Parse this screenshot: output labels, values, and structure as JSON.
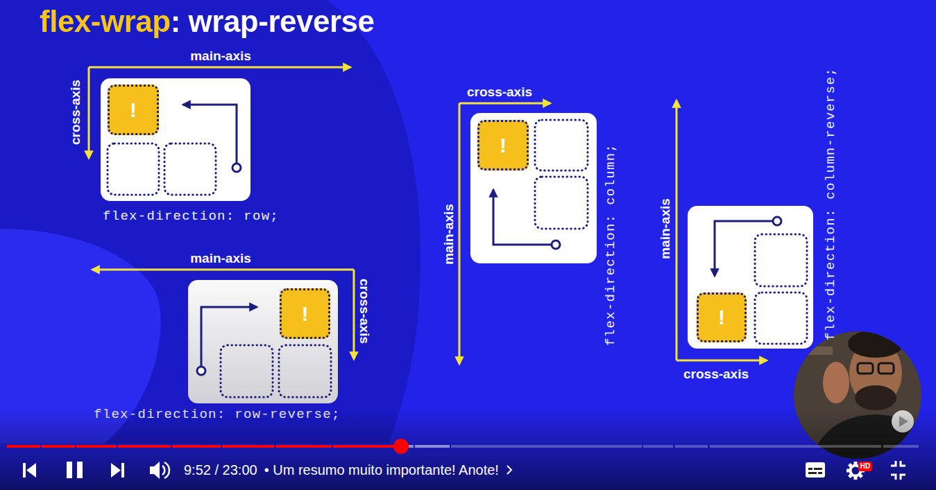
{
  "diagram": {
    "title": "flex-wrap: wrap-reverse",
    "nodes": [
      {
        "text": [
          "flex-direction: row;"
        ]
      },
      {
        "text": [
          "!"
        ],
        "in": 0
      },
      {
        "text": [
          "flex-direction: row-reverse;"
        ]
      },
      {
        "text": [
          "!"
        ],
        "in": 2
      },
      {
        "text": [
          "flex-direction: column;"
        ]
      },
      {
        "text": [
          "!"
        ],
        "in": 4
      },
      {
        "text": [
          "flex-direction: column-reverse;"
        ]
      },
      {
        "text": [
          "!"
        ],
        "in": 6
      }
    ],
    "labels": [
      "main-axis",
      "cross-axis",
      "main-axis",
      "cross-axis",
      "cross-axis",
      "main-axis",
      "main-axis",
      "cross-axis",
      "9:52 / 23:00",
      "• Um resumo muito importante! Anote!",
      "HD"
    ]
  }
}
